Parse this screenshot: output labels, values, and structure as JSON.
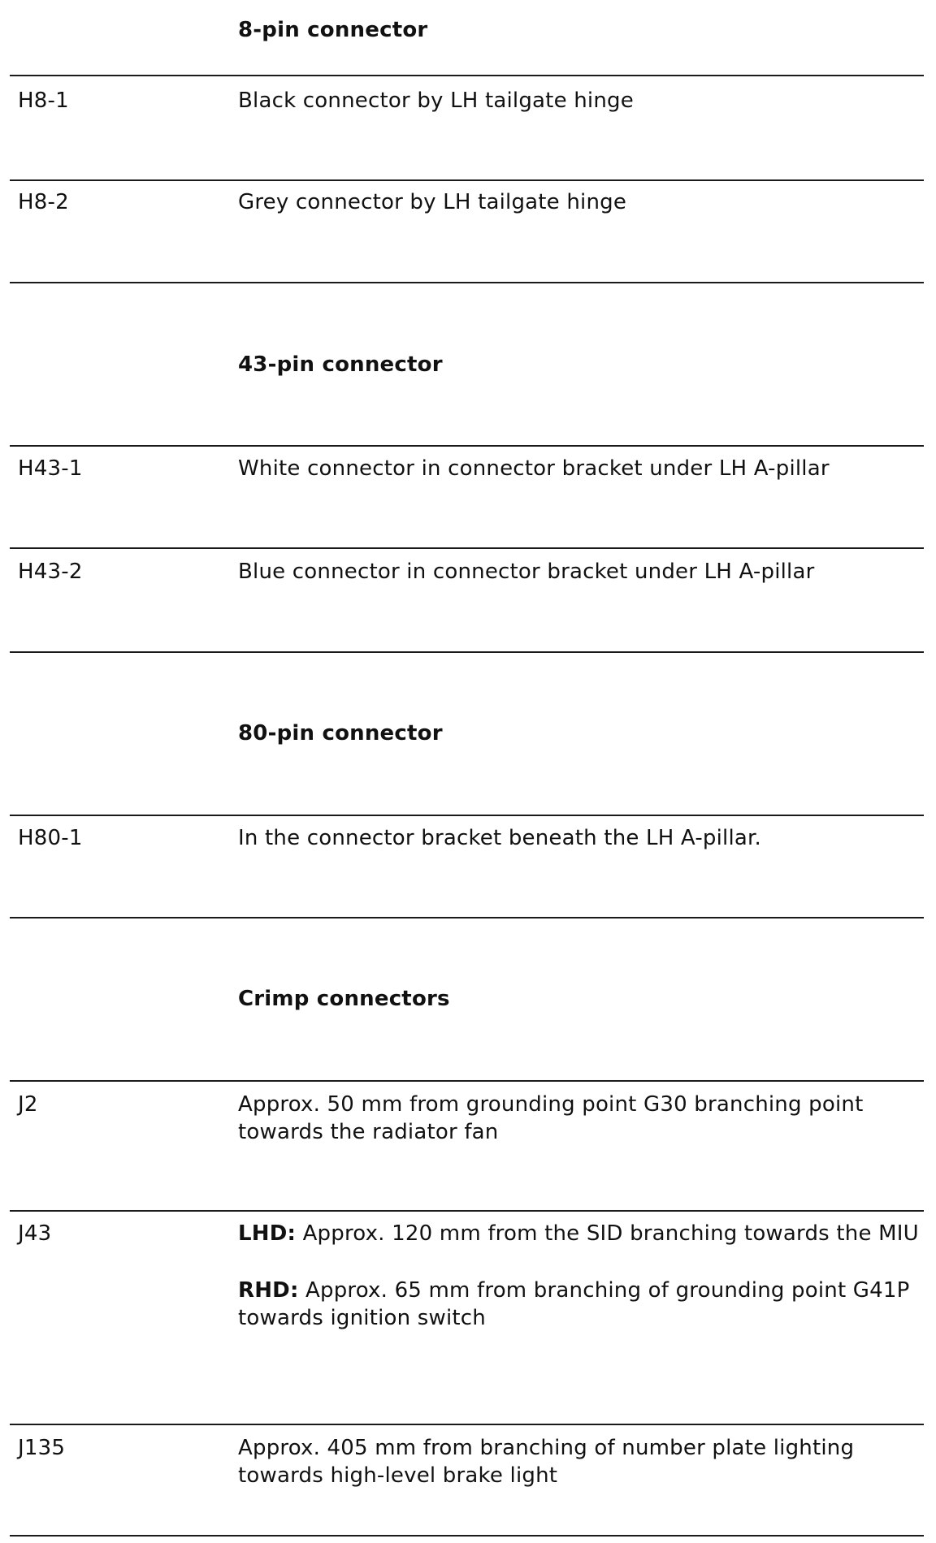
{
  "sections": [
    {
      "heading": "8-pin connector",
      "rows": [
        {
          "code": "H8-1",
          "desc": "Black connector by LH tailgate hinge"
        },
        {
          "code": "H8-2",
          "desc": "Grey connector by LH tailgate hinge"
        }
      ]
    },
    {
      "heading": "43-pin connector",
      "rows": [
        {
          "code": "H43-1",
          "desc": "White connector in connector bracket under LH A-pillar"
        },
        {
          "code": "H43-2",
          "desc": "Blue connector in connector bracket under LH A-pillar"
        }
      ]
    },
    {
      "heading": "80-pin connector",
      "rows": [
        {
          "code": "H80-1",
          "desc": "In the connector bracket beneath the LH A-pillar."
        }
      ]
    },
    {
      "heading": "Crimp connectors",
      "rows": [
        {
          "code": "J2",
          "desc": "Approx. 50 mm from grounding point G30 branching point towards the radiator fan"
        },
        {
          "code": "J43",
          "paras": [
            {
              "lead": "LHD:",
              "text": " Approx. 120 mm from the SID branching towards the MIU"
            },
            {
              "lead": "RHD:",
              "text": " Approx. 65 mm from branching of grounding point G41P towards ignition switch"
            }
          ]
        },
        {
          "code": "J135",
          "desc": "Approx. 405 mm from branching of number plate lighting towards high-level brake light"
        }
      ]
    }
  ]
}
